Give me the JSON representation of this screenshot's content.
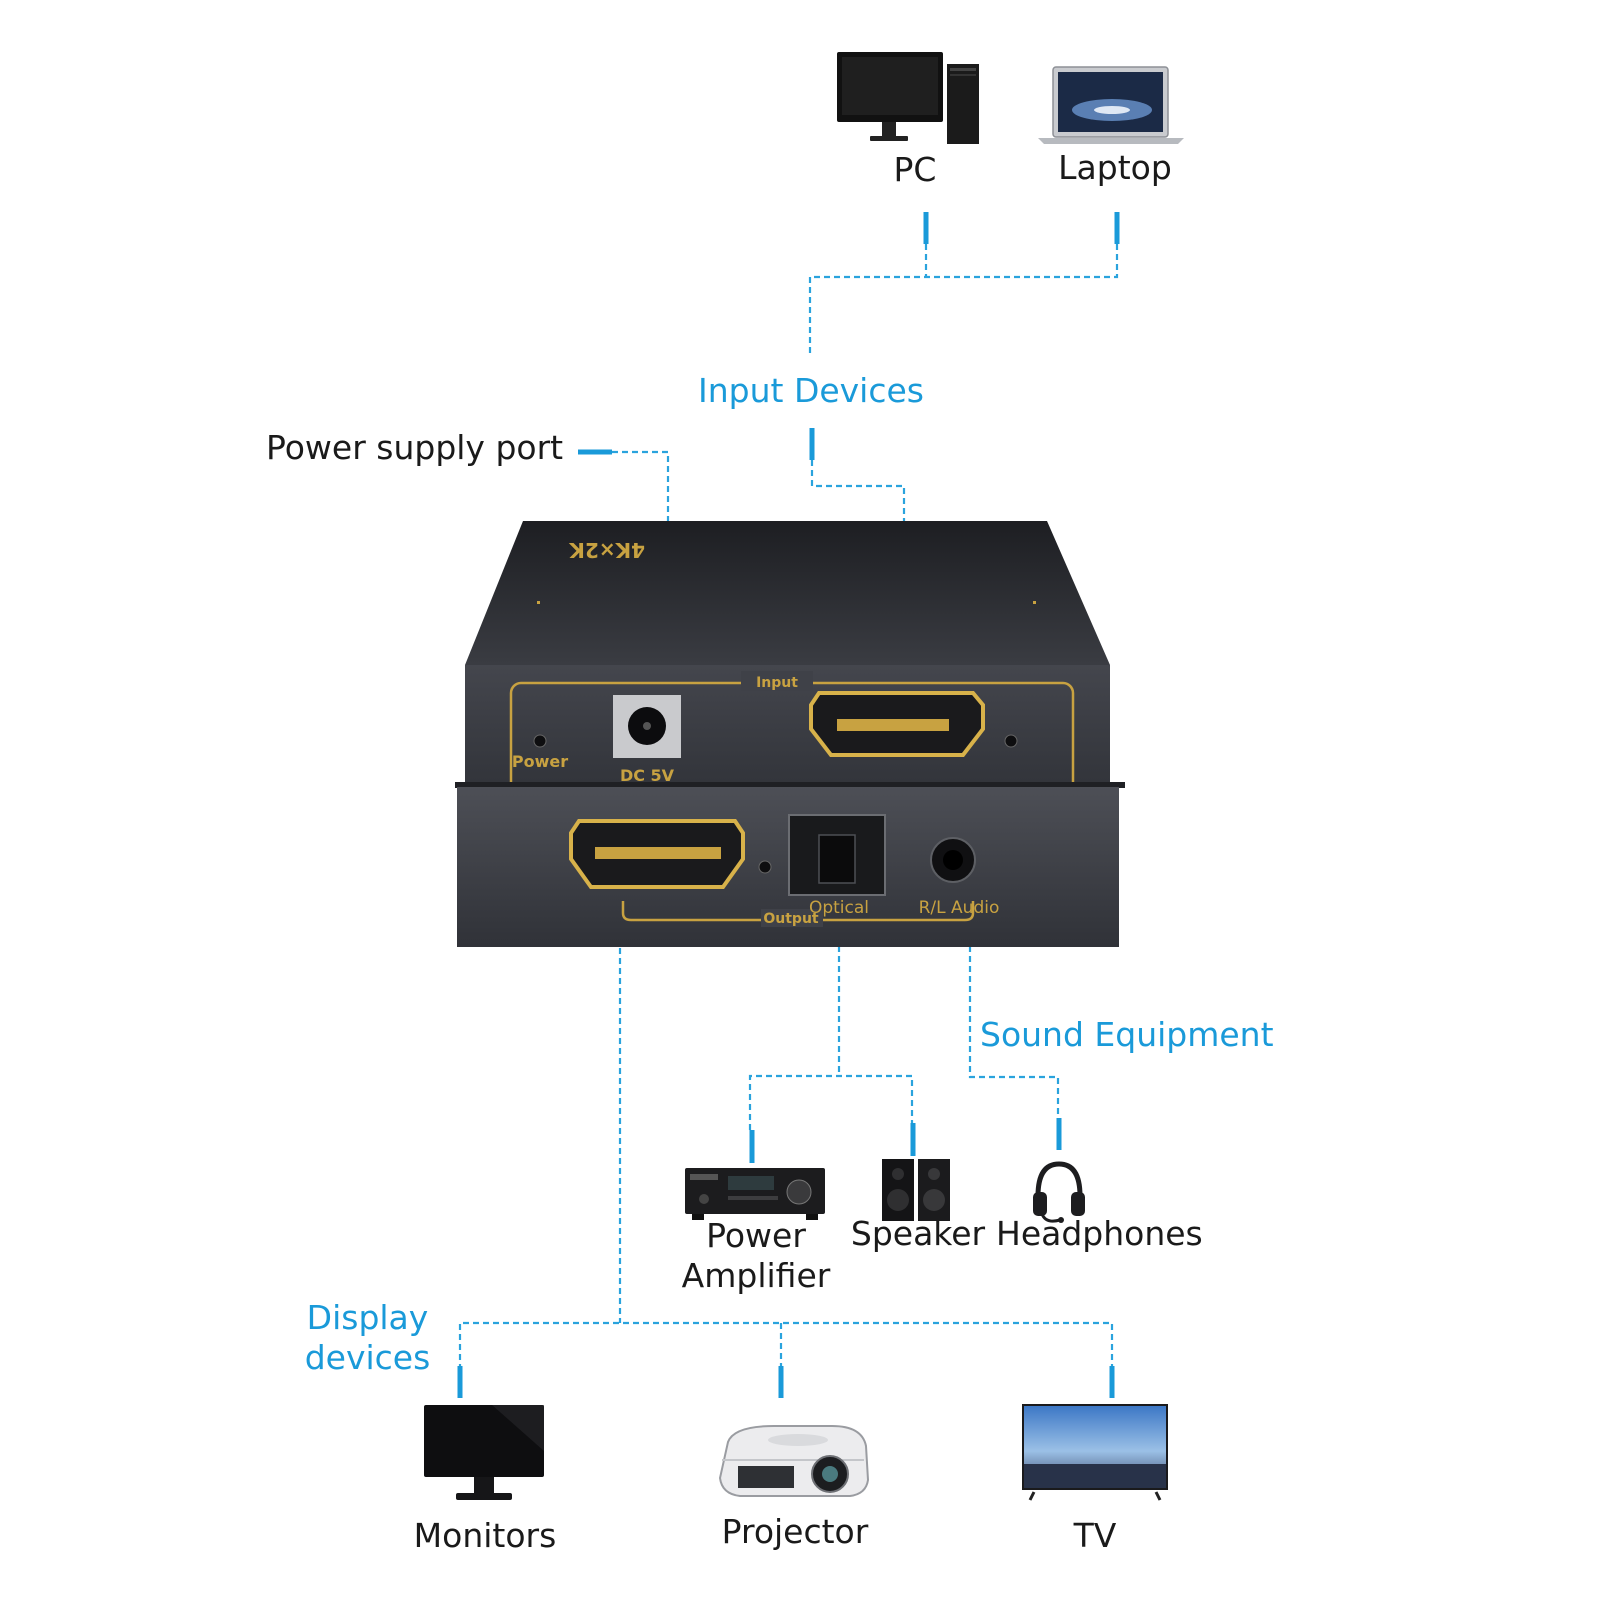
{
  "labels": {
    "pc": "PC",
    "laptop": "Laptop",
    "input_devices": "Input Devices",
    "power_supply_port": "Power supply port",
    "sound_equipment": "Sound Equipment",
    "power_amplifier_line1": "Power",
    "power_amplifier_line2": "Amplifier",
    "speaker": "Speaker",
    "headphones": "Headphones",
    "display_devices_line1": "Display",
    "display_devices_line2": "devices",
    "monitors": "Monitors",
    "projector": "Projector",
    "tv": "TV"
  },
  "unit": {
    "brand": "4K×2K",
    "input_panel_title": "Input",
    "power_led": "Power",
    "dc_port": "DC 5V",
    "output_panel_title": "Output",
    "optical": "Optical",
    "rl_audio": "R/L Audio"
  },
  "colors": {
    "accent_blue": "#1a9ad9",
    "device_body": "#3c3f46",
    "gold": "#c8a241"
  }
}
